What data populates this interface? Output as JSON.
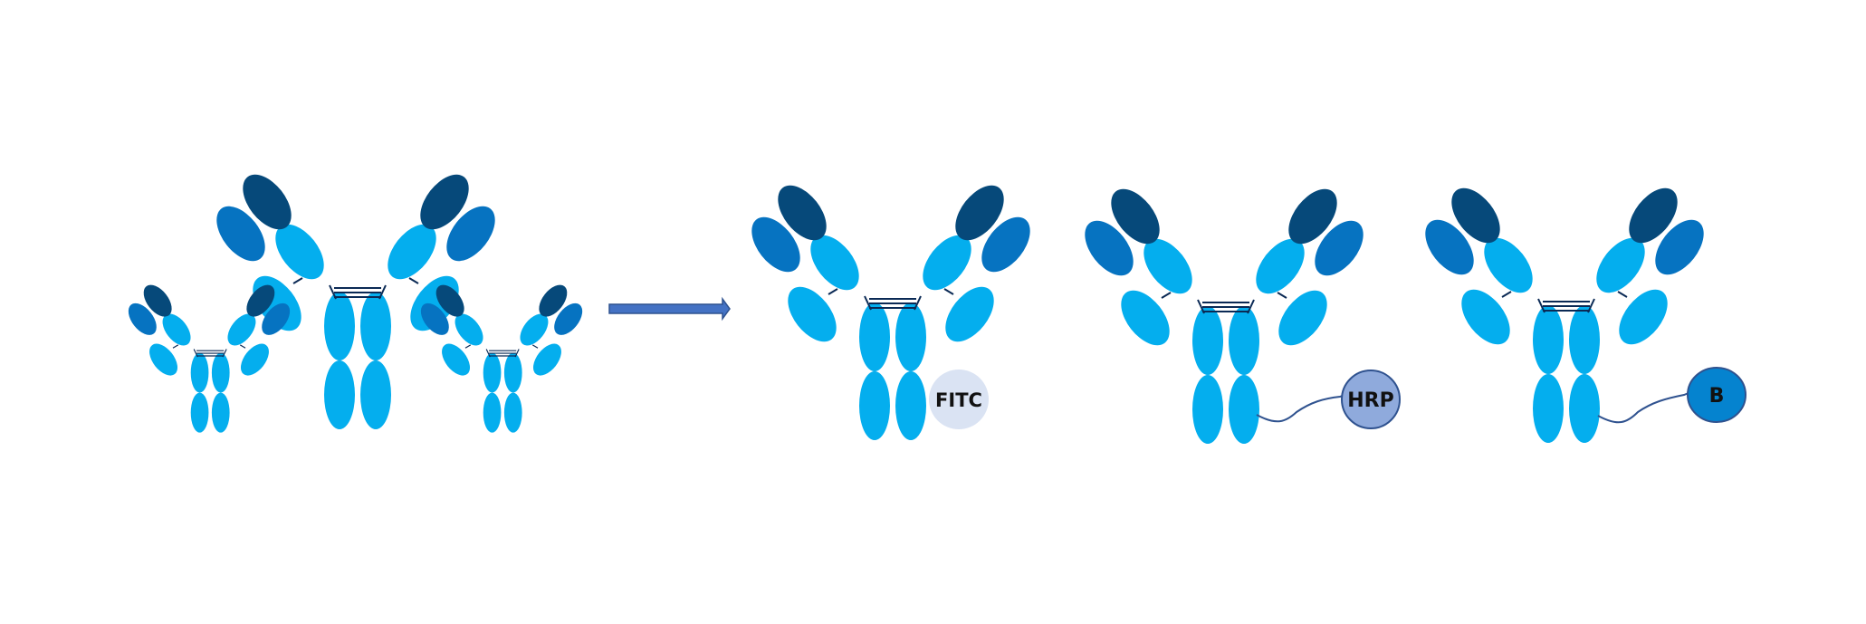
{
  "colors": {
    "light": "#04AEEE",
    "medium": "#0673C1",
    "dark": "#06497A",
    "linker": "#0b2a55",
    "arrow": "#4472C4",
    "arrow_stroke": "#2F528F",
    "fitc_fill": "#DAE3F3",
    "hrp_fill": "#8FAADC",
    "hrp_stroke": "#2F528F",
    "biotin_fill": "#0583CF",
    "biotin_stroke": "#2F528F"
  },
  "labels": {
    "fitc": "FITC",
    "hrp": "HRP",
    "biotin": "B"
  }
}
